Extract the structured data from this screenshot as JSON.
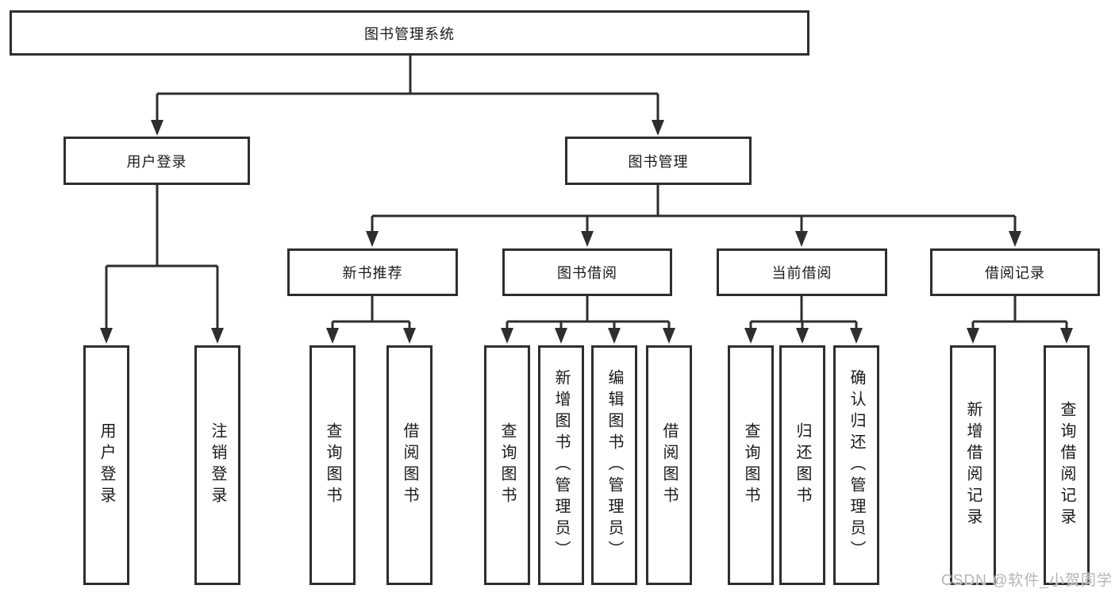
{
  "tree": {
    "label": "图书管理系统",
    "children": [
      {
        "label": "用户登录",
        "children": [
          {
            "label": "用户登录"
          },
          {
            "label": "注销登录"
          }
        ]
      },
      {
        "label": "图书管理",
        "children": [
          {
            "label": "新书推荐",
            "children": [
              {
                "label": "查询图书"
              },
              {
                "label": "借阅图书"
              }
            ]
          },
          {
            "label": "图书借阅",
            "children": [
              {
                "label": "查询图书"
              },
              {
                "label": "新增图书（管理员）"
              },
              {
                "label": "编辑图书（管理员）"
              },
              {
                "label": "借阅图书"
              }
            ]
          },
          {
            "label": "当前借阅",
            "children": [
              {
                "label": "查询图书"
              },
              {
                "label": "归还图书"
              },
              {
                "label": "确认归还（管理员）"
              }
            ]
          },
          {
            "label": "借阅记录",
            "children": [
              {
                "label": "新增借阅记录"
              },
              {
                "label": "查询借阅记录"
              }
            ]
          }
        ]
      }
    ]
  },
  "watermark": {
    "text": "CSDN @软件_小贺同学"
  },
  "colors": {
    "background": "#ffffff",
    "box_border": "#2e2e2e",
    "connector_line": "#2e2e2e",
    "text": "#1a1a1a",
    "watermark": "#b4b4b4"
  }
}
